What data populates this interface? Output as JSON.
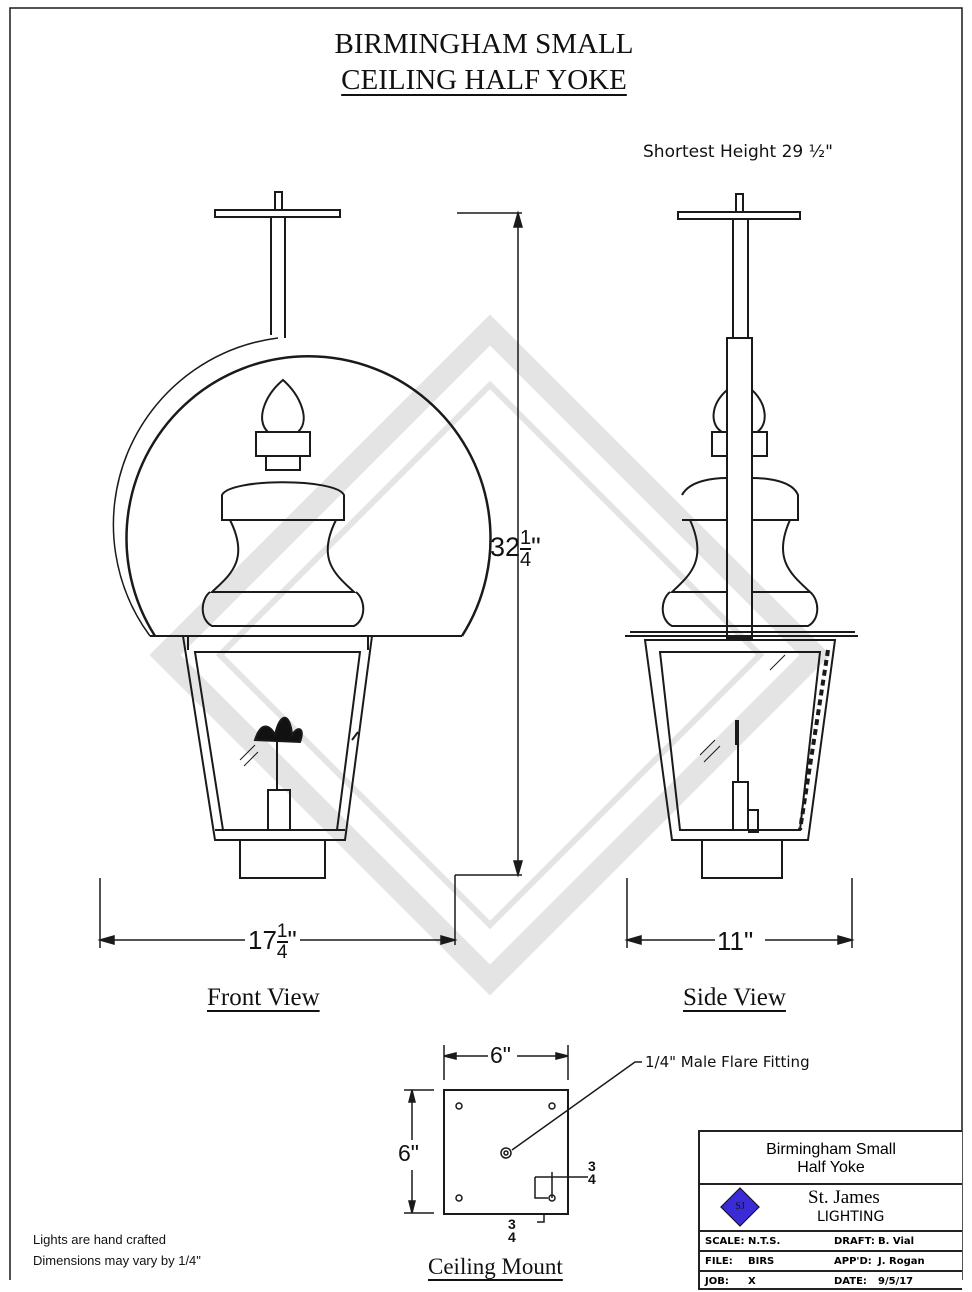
{
  "title": {
    "line1": "BIRMINGHAM SMALL",
    "line2": "CEILING HALF YOKE"
  },
  "shortest_height": "Shortest  Height  29 ½\"",
  "dimensions": {
    "height": {
      "whole": "32",
      "num": "1",
      "den": "4",
      "unit": "\""
    },
    "front_width": {
      "whole": "17",
      "num": "1",
      "den": "4",
      "unit": "\""
    },
    "side_width": "11\"",
    "mount_width": "6\"",
    "mount_height": "6\"",
    "offset_right": {
      "num": "3",
      "den": "4"
    },
    "offset_bottom": {
      "num": "3",
      "den": "4"
    }
  },
  "views": {
    "front": "Front View",
    "side": "Side View",
    "mount": "Ceiling Mount"
  },
  "callout": "1/4\"  Male  Flare  Fitting",
  "notes": [
    "Lights are hand crafted",
    "Dimensions may vary by 1/4\""
  ],
  "title_block": {
    "product_line1": "Birmingham Small",
    "product_line2": "Half Yoke",
    "company": "St. James",
    "company_sub": "LIGHTING",
    "logo_text": "SJ",
    "scale_label": "SCALE:",
    "scale": "N.T.S.",
    "draft_label": "DRAFT:",
    "draft": "B. Vial",
    "file_label": "FILE:",
    "file": "BIRS",
    "appd_label": "APP'D:",
    "appd": "J. Rogan",
    "job_label": "JOB:",
    "job": "X",
    "date_label": "DATE:",
    "date": "9/5/17"
  },
  "colors": {
    "line": "#1a1a1a",
    "watermark": "#e6e6e6",
    "logo": "#3b2bd6"
  }
}
